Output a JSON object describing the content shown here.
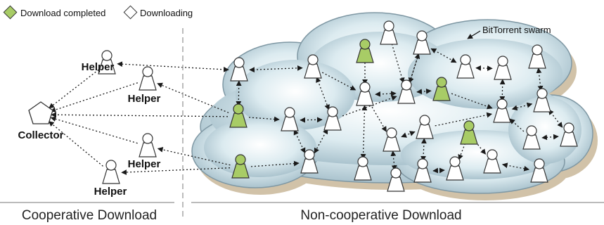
{
  "legend": {
    "completed_label": "Download completed",
    "downloading_label": "Downloading",
    "completed_color": "#a8cc66",
    "downloading_color": "#ffffff"
  },
  "labels": {
    "swarm": "BitTorrent swarm",
    "collector": "Collector",
    "helper_1": "Helper",
    "helper_2": "Helper",
    "helper_3": "Helper",
    "helper_4": "Helper"
  },
  "sections": {
    "cooperative": "Cooperative Download",
    "noncooperative": "Non-cooperative Download"
  },
  "colors": {
    "cloud_fill": "#cfe3ea",
    "cloud_edge": "#7f98a4",
    "cloud_shadow": "#c9b89a",
    "arrow": "#1a1a1a",
    "divider": "#999999"
  }
}
